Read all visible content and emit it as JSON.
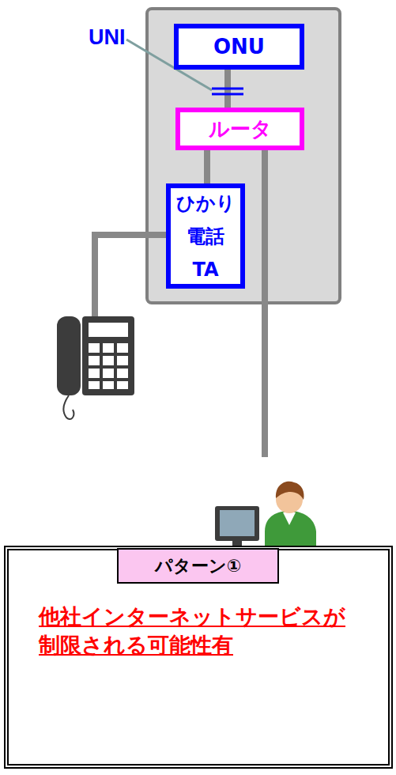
{
  "diagram": {
    "nodes": [
      {
        "text": [
          "ONU"
        ]
      },
      {
        "text": [
          "ルータ"
        ]
      },
      {
        "text": [
          "ひかり 電話 TA"
        ]
      },
      {
        "text": [
          "他社インターネットサービスが 制限される可能性有"
        ]
      },
      {
        "text": [
          "パターン①"
        ],
        "in": 3
      }
    ],
    "edges": [
      {
        "from": 0,
        "to": 1,
        "arrow": "none"
      },
      {
        "from": 1,
        "to": 2,
        "arrow": "none"
      }
    ],
    "labels": [
      "UNI"
    ]
  }
}
